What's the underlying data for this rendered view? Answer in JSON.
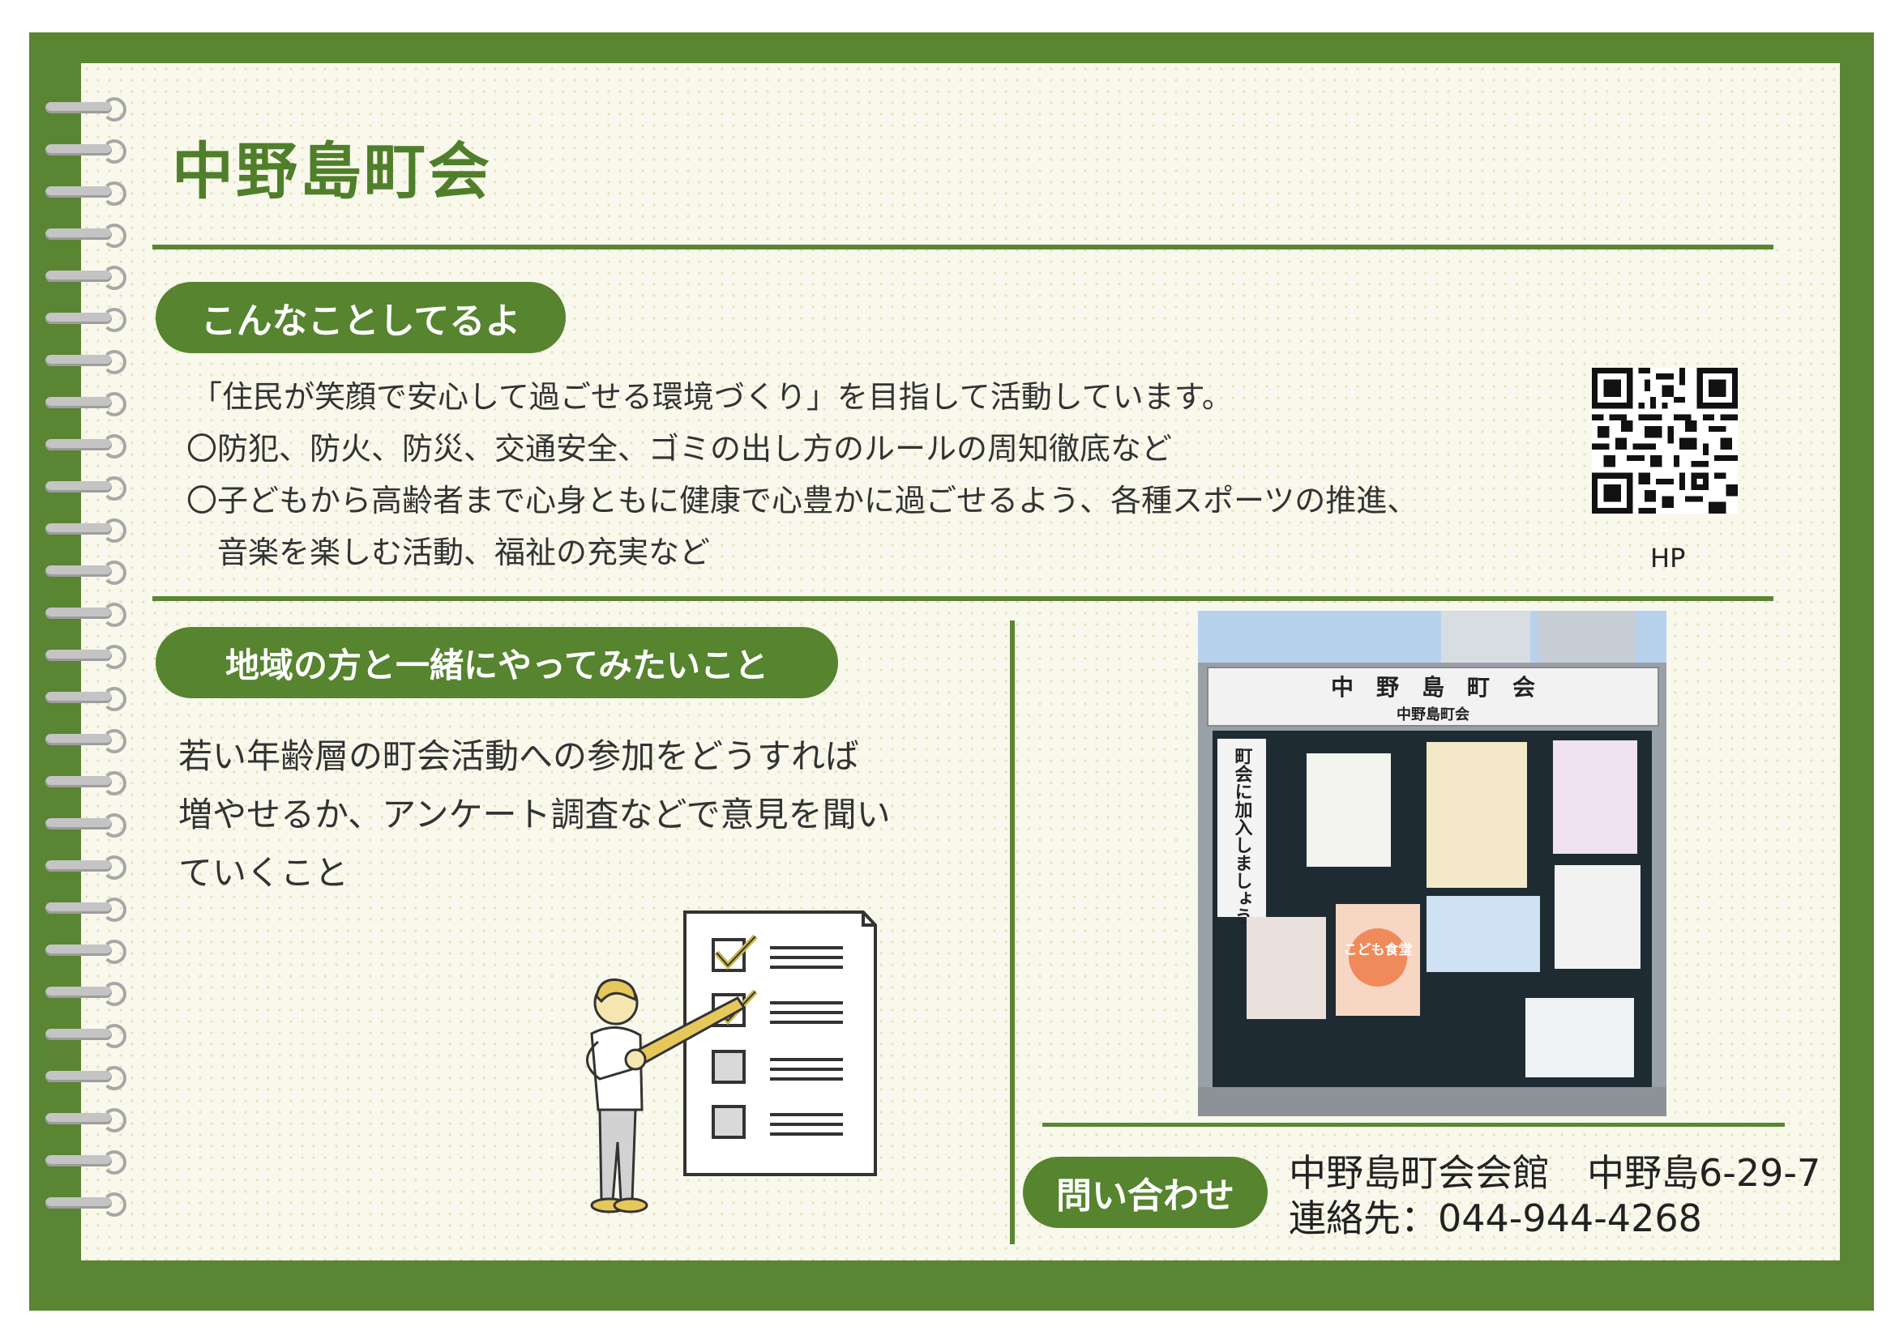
{
  "page": {
    "title": "中野島町会"
  },
  "activities": {
    "heading": "こんなことしてるよ",
    "lines": [
      "「住民が笑顔で安心して過ごせる環境づくり」を目指して活動しています。",
      "〇防犯、防火、防災、交通安全、ゴミの出し方のルールの周知徹底など",
      "〇子どもから高齢者まで心身ともに健康で心豊かに過ごせるよう、各種スポーツの推進、",
      "　音楽を楽しむ活動、福祉の充実など"
    ],
    "qr_label": "HP"
  },
  "wish": {
    "heading": "地域の方と一緒にやってみたいこと",
    "lines": [
      "若い年齢層の町会活動への参加をどうすれば",
      "増やせるか、アンケート調査などで意見を聞い",
      "ていくこと"
    ]
  },
  "photo": {
    "board_title": "中　野　島　町　会",
    "board_subtitle": "中野島町会",
    "poster_vertical": "町会に加入しましょう",
    "poster_kodomo": "こども食堂"
  },
  "contact": {
    "heading": "問い合わせ",
    "address": "中野島町会会館　中野島6-29-7",
    "phone": "連絡先：044-944-4268"
  },
  "colors": {
    "brand_green": "#56842f",
    "paper": "#f9f8ec",
    "text": "#333333"
  }
}
